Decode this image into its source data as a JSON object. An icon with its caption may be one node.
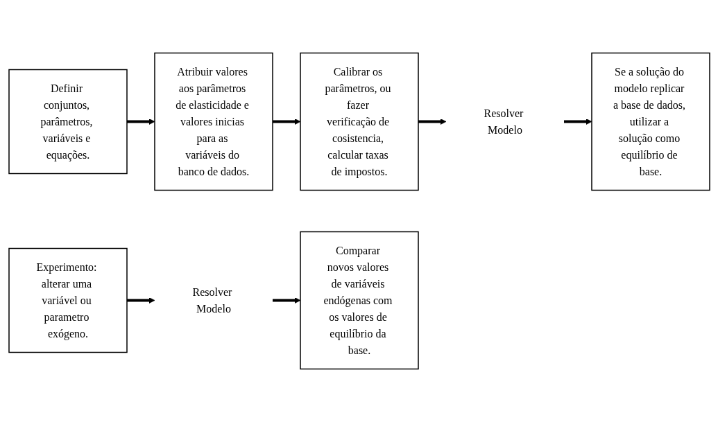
{
  "diagram": {
    "nodes": [
      {
        "text": [
          "Definir conjuntos, parâmetros, variáveis e equações."
        ]
      },
      {
        "text": [
          "Atribuir valores aos parâmetros de elasticidade e valores inicias para as variáveis do banco de dados."
        ]
      },
      {
        "text": [
          "Calibrar os parâmetros, ou fazer verificação de cosistencia, calcular taxas de impostos."
        ]
      },
      {
        "text": [
          "Resolver Modelo"
        ]
      },
      {
        "text": [
          "Se a solução do modelo replicar a base de dados, utilizar a solução como equilíbrio de base."
        ]
      },
      {
        "text": [
          "Experimento: alterar uma variável ou parametro exógeno."
        ]
      },
      {
        "text": [
          "Resolver Modelo"
        ]
      },
      {
        "text": [
          "Comparar novos valores de variáveis endógenas com os valores de equilíbrio da base."
        ]
      }
    ],
    "edges": [
      {
        "from": 0,
        "to": 1,
        "arrow": "to"
      },
      {
        "from": 1,
        "to": 2,
        "arrow": "to"
      },
      {
        "from": 2,
        "to": 3,
        "arrow": "to"
      },
      {
        "from": 3,
        "to": 4,
        "arrow": "to"
      },
      {
        "from": 5,
        "to": 6,
        "arrow": "to"
      },
      {
        "from": 6,
        "to": 7,
        "arrow": "to"
      }
    ]
  }
}
